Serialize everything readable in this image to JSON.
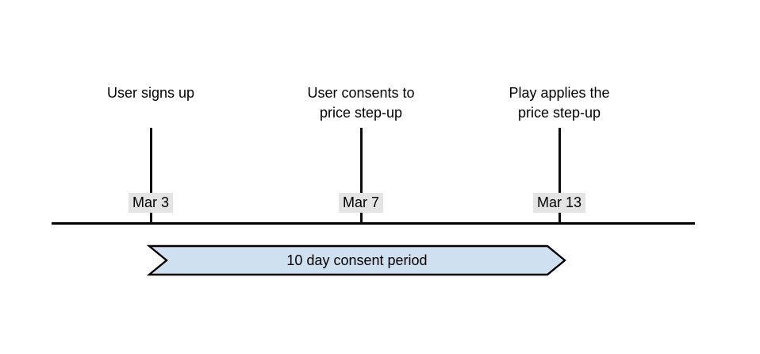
{
  "figure": {
    "type": "timeline-diagram",
    "background_color": "#ffffff"
  },
  "axis": {
    "name": "timeline-axis",
    "color": "#000000"
  },
  "milestones": [
    {
      "id": "user-signs-up",
      "caption": "User signs up",
      "date": "Mar 3",
      "chip_background": "#e4e4e4"
    },
    {
      "id": "user-consents",
      "caption": "User consents to\nprice step-up",
      "date": "Mar 7",
      "chip_background": "#e4e4e4"
    },
    {
      "id": "play-applies-step-up",
      "caption": "Play applies the\nprice step-up",
      "date": "Mar 13",
      "chip_background": "#e4e4e4"
    }
  ],
  "period_banner": {
    "label": "10 day consent period",
    "fill_color": "#cfe0f0",
    "stroke_color": "#000000",
    "start_date": "Mar 3",
    "end_date": "Mar 13",
    "duration_days": 10
  }
}
